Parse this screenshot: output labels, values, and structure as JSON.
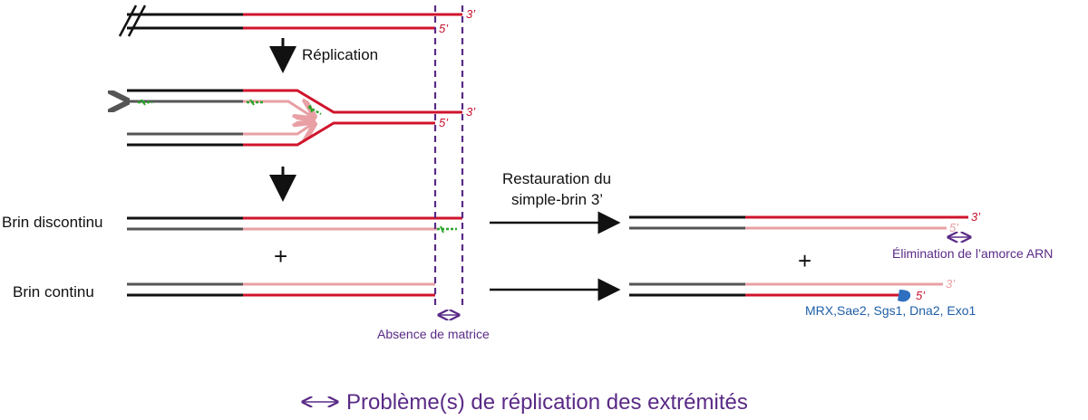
{
  "labels": {
    "replication": "Réplication",
    "lagging_strand": "Brin discontinu",
    "leading_strand": "Brin continu",
    "restoration_line1": "Restauration du",
    "restoration_line2": "simple-brin 3’",
    "no_template": "Absence de matrice",
    "primer_removal": "Élimination de l’amorce ARN",
    "enzymes": "MRX,Sae2, Sgs1, Dna2, Exo1",
    "legend": "Problème(s) de réplication des extrémités",
    "plus": "+"
  },
  "ends": {
    "three_prime": "3’",
    "five_prime": "5’"
  },
  "colors": {
    "black": "#111111",
    "grey": "#555555",
    "red": "#d0142c",
    "pink": "#e8a0a4",
    "green": "#2aa52a",
    "purple": "#5a2a86",
    "blue": "#1f5fa8"
  }
}
